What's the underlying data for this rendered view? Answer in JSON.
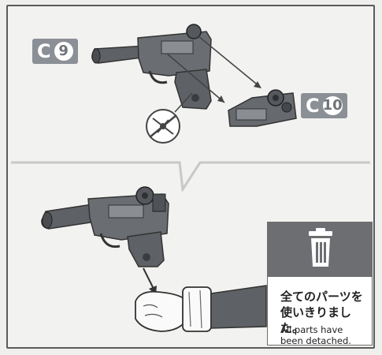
{
  "labels": {
    "part_c9": {
      "letter": "C",
      "number": "9"
    },
    "part_c10": {
      "letter": "C",
      "number": "10"
    }
  },
  "notice": {
    "icon": "trash-can-icon",
    "japanese_line1": "全てのパーツを",
    "japanese_line2": "使いきりました。",
    "english_line1": "All parts have",
    "english_line2": "been detached."
  },
  "colors": {
    "label_bg": "#8b8f96",
    "part_fill": "#5e6165",
    "notice_header": "#6c6e72",
    "frame": "#5b5b5b"
  }
}
